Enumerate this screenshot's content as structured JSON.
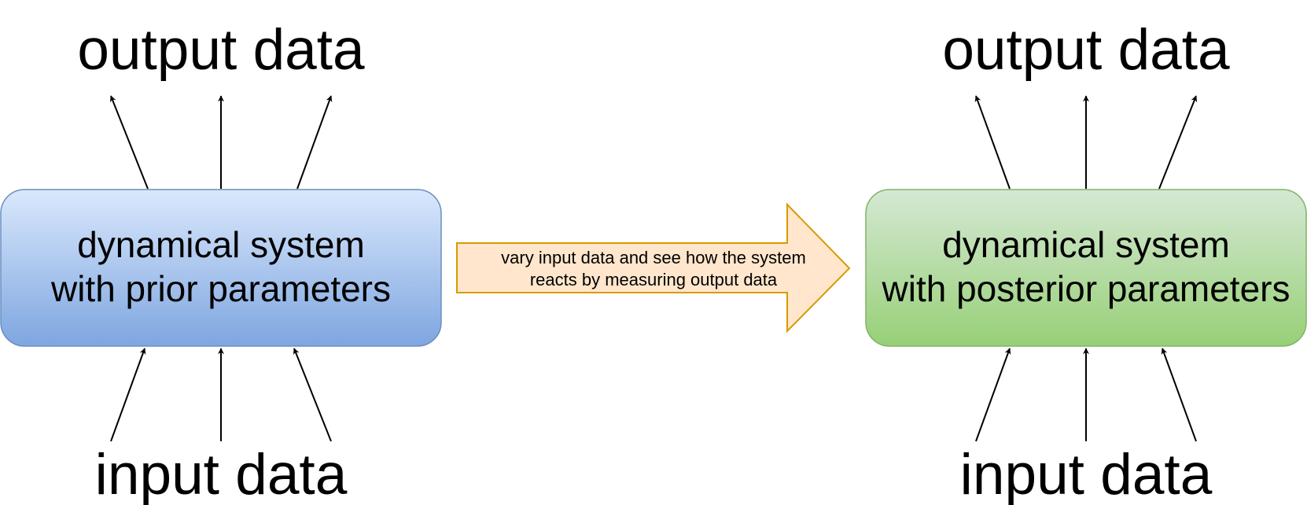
{
  "left_panel": {
    "output_label": "output data",
    "input_label": "input data",
    "box_line1": "dynamical system",
    "box_line2": "with prior parameters"
  },
  "right_panel": {
    "output_label": "output data",
    "input_label": "input data",
    "box_line1": "dynamical system",
    "box_line2": "with posterior parameters"
  },
  "transition_arrow": {
    "line1": "vary input data and see how the system",
    "line2": "reacts by measuring output data"
  },
  "colors": {
    "prior_box_top": "#dae8fc",
    "prior_box_bottom": "#7ea6e0",
    "prior_box_stroke": "#6c8ebf",
    "posterior_box_top": "#d5e8d4",
    "posterior_box_bottom": "#97d077",
    "posterior_box_stroke": "#82b366",
    "arrow_fill": "#ffe6cc",
    "arrow_stroke": "#d79b00"
  }
}
